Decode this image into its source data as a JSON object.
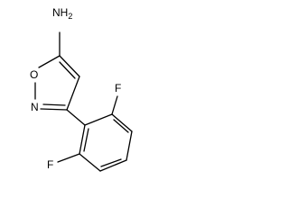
{
  "molecule": {
    "atoms": {
      "nh2": "NH",
      "nh2_subscript": "2",
      "o1": "O",
      "n2": "N",
      "f_upper": "F",
      "f_lower": "F"
    },
    "colors": {
      "bond": "#000000",
      "label": "#000000",
      "background": "#ffffff"
    }
  }
}
